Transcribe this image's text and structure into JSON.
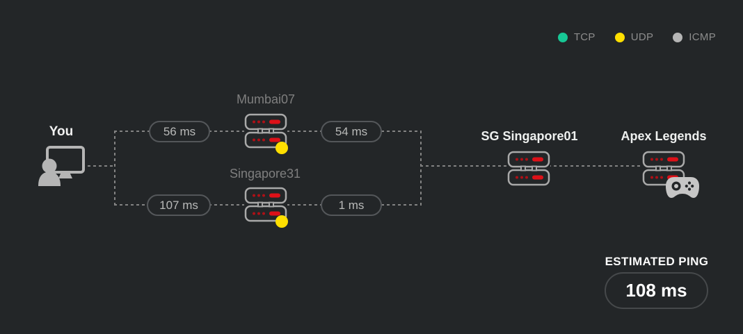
{
  "legend": {
    "items": [
      {
        "label": "TCP",
        "color": "#17c795"
      },
      {
        "label": "UDP",
        "color": "#ffdf00"
      },
      {
        "label": "ICMP",
        "color": "#b5b5b5"
      }
    ]
  },
  "source": {
    "label": "You",
    "icon": "person-computer-icon"
  },
  "routes": [
    {
      "server": "Mumbai07",
      "icon": "server-rack-icon",
      "hop_in": "56 ms",
      "hop_out": "54 ms",
      "protocol_dot": "UDP",
      "protocol_dot_color": "#ffdf00"
    },
    {
      "server": "Singapore31",
      "icon": "server-rack-icon",
      "hop_in": "107 ms",
      "hop_out": "1 ms",
      "protocol_dot": "UDP",
      "protocol_dot_color": "#ffdf00"
    }
  ],
  "exit_server": {
    "label": "SG Singapore01",
    "icon": "server-rack-icon"
  },
  "destination": {
    "label": "Apex Legends",
    "icon": "gamepad-icon"
  },
  "estimated_ping": {
    "title": "ESTIMATED PING",
    "value": "108 ms"
  },
  "colors": {
    "background": "#232628",
    "dashed_line": "#838383",
    "pill_border": "#54575a",
    "pill_text": "#b9bab9",
    "node_label_dim": "#7f7f7f",
    "node_label_bright": "#eef0ef",
    "server_outline": "#a9a9a9",
    "led_red": "#dd1118",
    "udp_dot": "#ffdf00"
  }
}
